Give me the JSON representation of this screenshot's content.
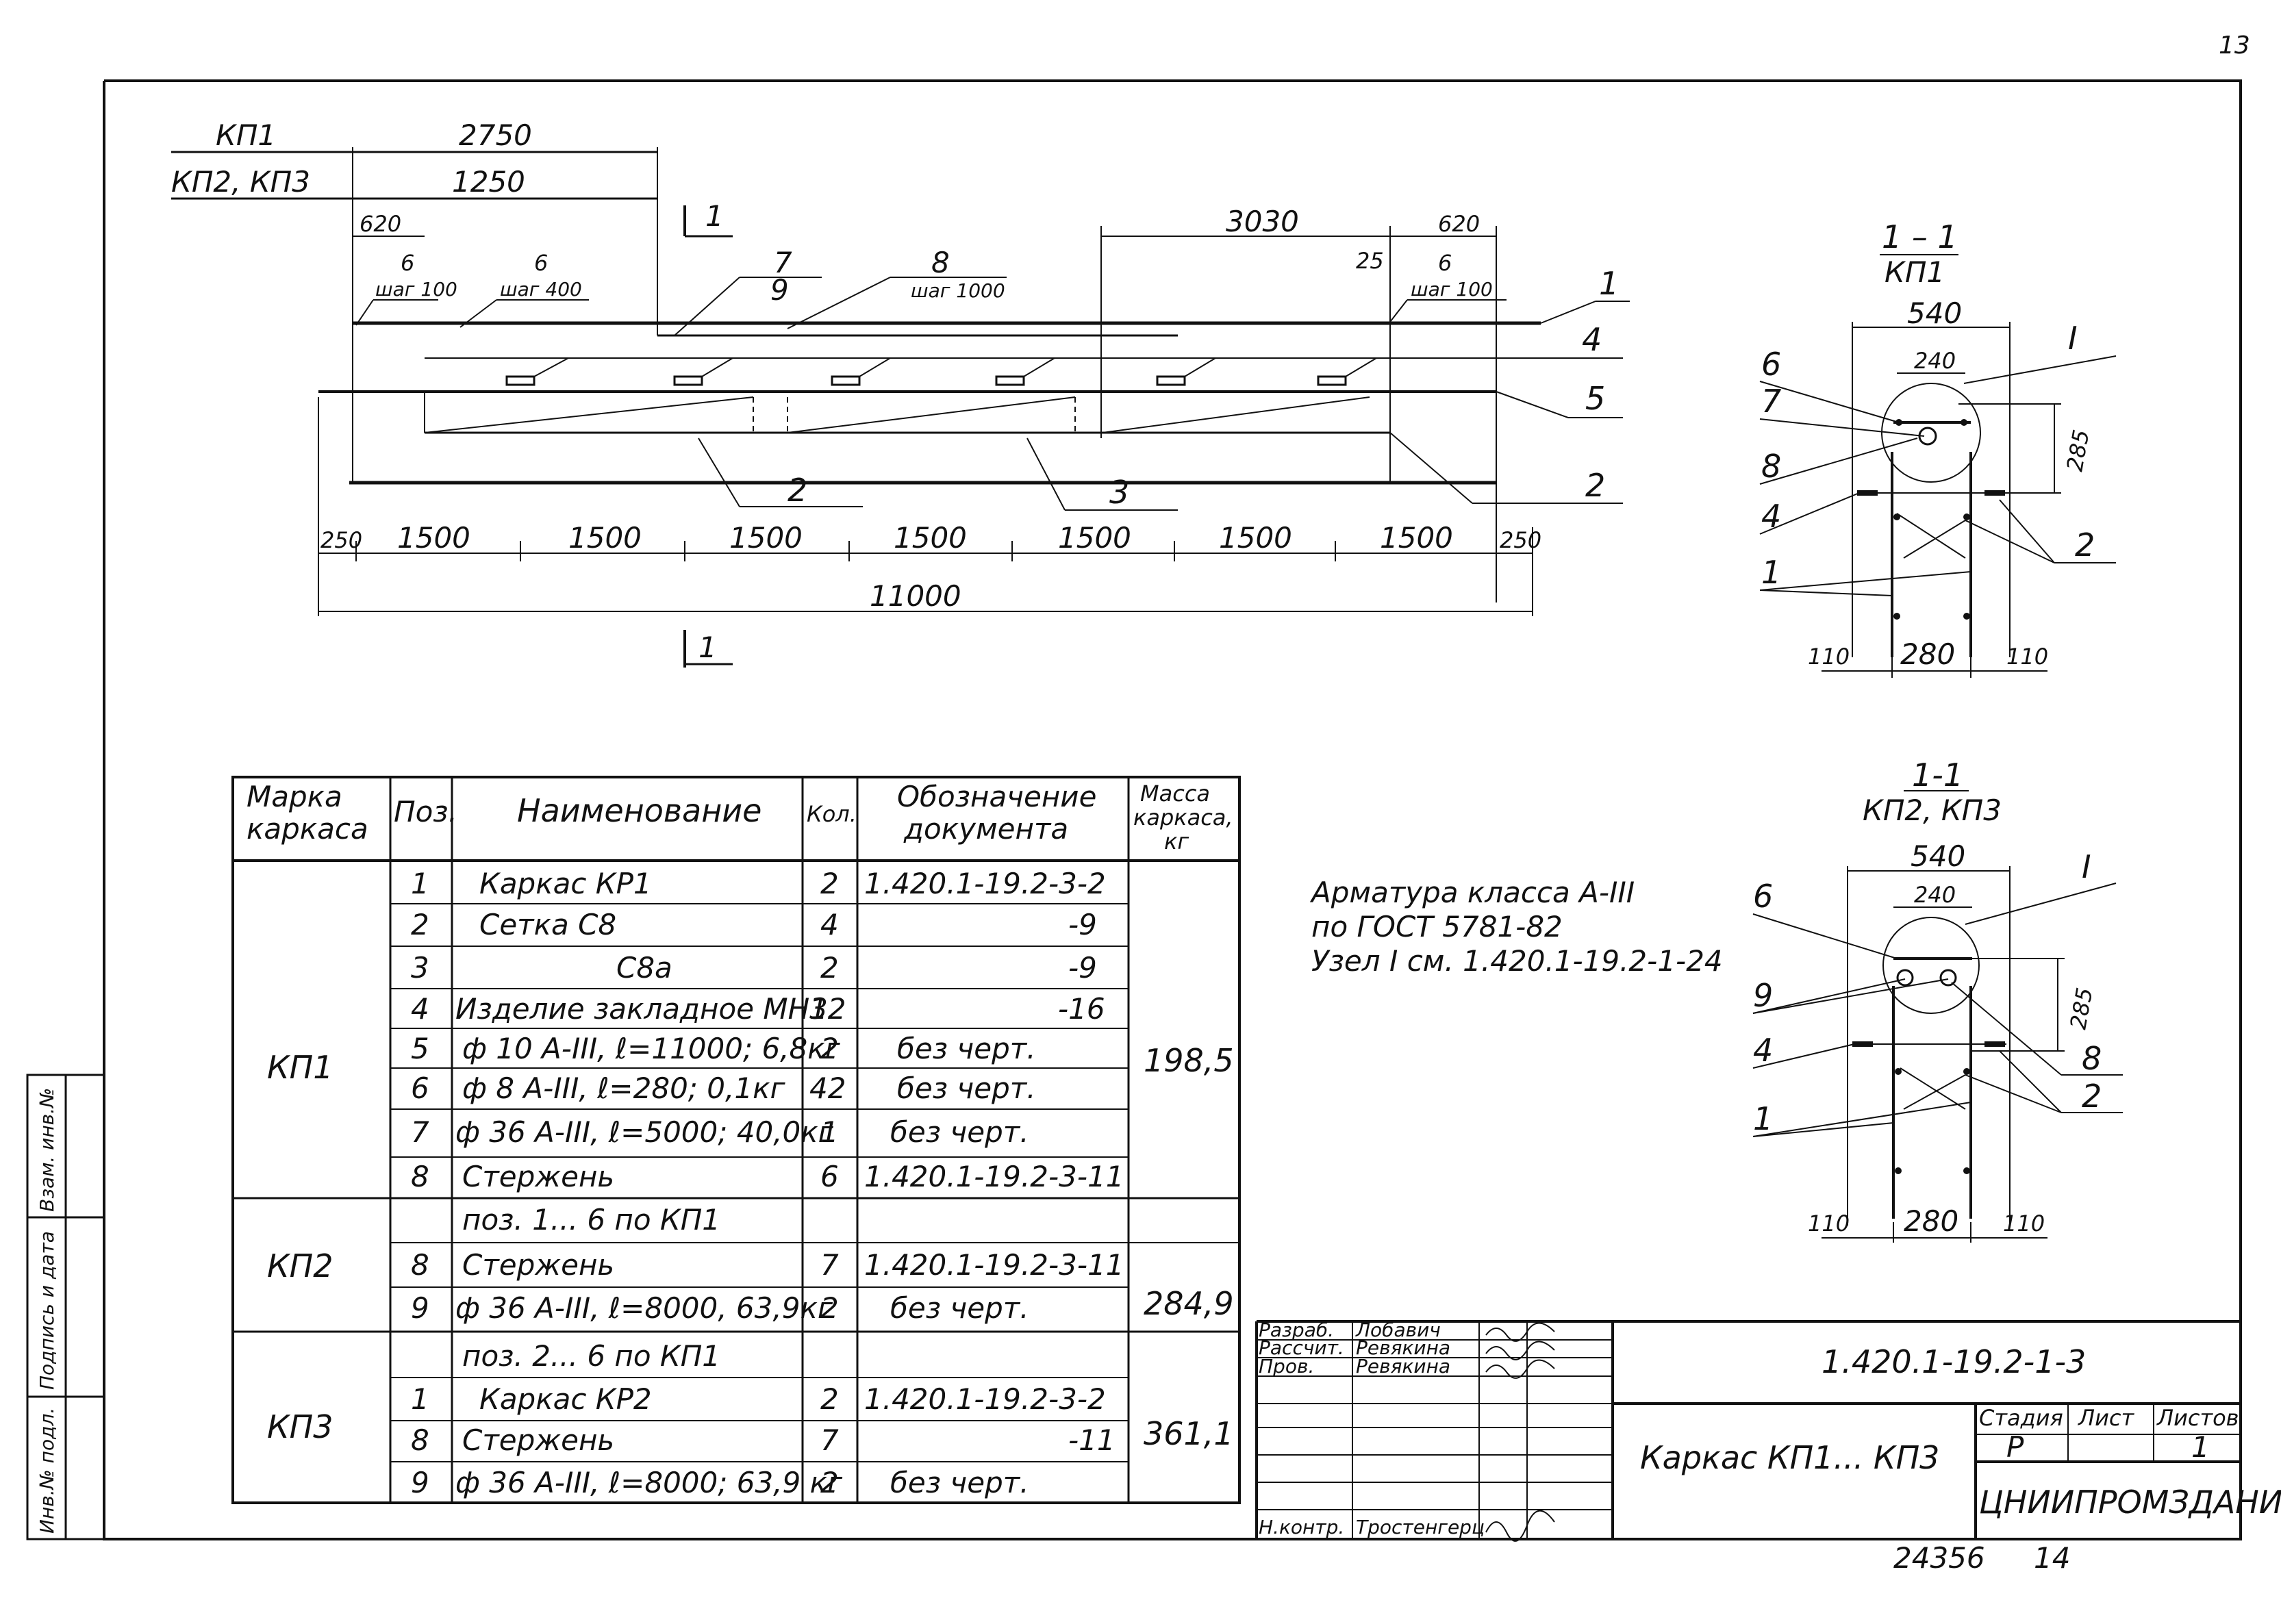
{
  "page_number": "13",
  "bottom_numbers": {
    "left": "24356",
    "right": "14"
  },
  "side_stamp": [
    "Инв.№ подл.",
    "Подпись и дата",
    "Взам. инв.№"
  ],
  "elevation": {
    "mark_kp1": "КП1",
    "mark_kp2_kp3": "КП2, КП3",
    "dim_2750": "2750",
    "dim_1250": "1250",
    "dim_620_left": "620",
    "dim_3030": "3030",
    "dim_620_right": "620",
    "dim_25": "25",
    "pos6_left_a": "6",
    "pos6_left_b": "шаг 100",
    "pos6_mid_a": "6",
    "pos6_mid_b": "шаг 400",
    "pos7_9_a": "7",
    "pos7_9_b": "9",
    "pos8_a": "8",
    "pos8_b": "шаг 1000",
    "pos6_right_a": "6",
    "pos6_right_b": "шаг 100",
    "callout_1": "1",
    "callout_4": "4",
    "callout_5": "5",
    "callout_2_right": "2",
    "callout_2_bottom": "2",
    "callout_3": "3",
    "dims_bottom": [
      "250",
      "1500",
      "1500",
      "1500",
      "1500",
      "1500",
      "1500",
      "1500",
      "250"
    ],
    "dim_total": "11000",
    "section_mark": "1"
  },
  "section_kp1": {
    "title": "1 – 1",
    "subtitle": "КП1",
    "dim_540": "540",
    "dim_240": "240",
    "dim_285": "285",
    "node": "I",
    "callouts": [
      "6",
      "7",
      "8",
      "4",
      "1",
      "2"
    ],
    "bottom_dims": [
      "110",
      "280",
      "110"
    ]
  },
  "section_kp2": {
    "title": "1-1",
    "subtitle": "КП2, КП3",
    "dim_540": "540",
    "dim_240": "240",
    "dim_285": "285",
    "node": "I",
    "callouts": [
      "6",
      "9",
      "4",
      "1",
      "8",
      "2"
    ],
    "bottom_dims": [
      "110",
      "280",
      "110"
    ]
  },
  "notes": [
    "Арматура класса А-III",
    "по ГОСТ 5781-82",
    "Узел I см. 1.420.1-19.2-1-24"
  ],
  "spec_table": {
    "headers": [
      "Марка каркаса",
      "Поз.",
      "Наименование",
      "Кол.",
      "Обозначение документа",
      "Масса каркаса, кг"
    ],
    "groups": [
      {
        "mark": "КП1",
        "mass": "198,5",
        "rows": [
          {
            "pos": "1",
            "name": "Каркас    КР1",
            "qty": "2",
            "doc": "1.420.1-19.2-3-2"
          },
          {
            "pos": "2",
            "name": "Сетка       С8",
            "qty": "4",
            "doc": "-9"
          },
          {
            "pos": "3",
            "name": "С8а",
            "qty": "2",
            "doc": "-9"
          },
          {
            "pos": "4",
            "name": "Изделие закладное МН3",
            "qty": "12",
            "doc": "-16"
          },
          {
            "pos": "5",
            "name": "ф 10 А-III, ℓ=11000; 6,8кг",
            "qty": "2",
            "doc": "без черт."
          },
          {
            "pos": "6",
            "name": "ф 8 А-III, ℓ=280; 0,1кг",
            "qty": "42",
            "doc": "без черт."
          },
          {
            "pos": "7",
            "name": "ф 36 А-III, ℓ=5000; 40,0кг",
            "qty": "1",
            "doc": "без черт."
          },
          {
            "pos": "8",
            "name": "Стержень",
            "qty": "6",
            "doc": "1.420.1-19.2-3-11"
          }
        ]
      },
      {
        "mark": "КП2",
        "mass": "284,9",
        "rows": [
          {
            "pos": "",
            "name": "поз. 1... 6 по КП1",
            "qty": "",
            "doc": ""
          },
          {
            "pos": "8",
            "name": "Стержень",
            "qty": "7",
            "doc": "1.420.1-19.2-3-11"
          },
          {
            "pos": "9",
            "name": "ф 36 А-III, ℓ=8000, 63,9кг",
            "qty": "2",
            "doc": "без черт."
          }
        ]
      },
      {
        "mark": "КП3",
        "mass": "361,1",
        "rows": [
          {
            "pos": "",
            "name": "поз. 2... 6 по КП1",
            "qty": "",
            "doc": ""
          },
          {
            "pos": "1",
            "name": "Каркас    КР2",
            "qty": "2",
            "doc": "1.420.1-19.2-3-2"
          },
          {
            "pos": "8",
            "name": "Стержень",
            "qty": "7",
            "doc": "-11"
          },
          {
            "pos": "9",
            "name": "ф 36 А-III, ℓ=8000; 63,9 кг",
            "qty": "2",
            "doc": "без черт."
          }
        ]
      }
    ]
  },
  "title_block": {
    "roles": [
      {
        "role": "Разраб.",
        "name": "Лобавич"
      },
      {
        "role": "Рассчит.",
        "name": "Ревякина"
      },
      {
        "role": "Пров.",
        "name": "Ревякина"
      }
    ],
    "control_role": "Н.контр.",
    "control_name": "Тростенгерц",
    "doc_code": "1.420.1-19.2-1-3",
    "title": "Каркас    КП1... КП3",
    "stage_label": "Стадия",
    "sheet_label": "Лист",
    "sheets_label": "Листов",
    "stage": "Р",
    "sheets": "1",
    "org": "ЦНИИПРОМЗДАНИЙ"
  }
}
